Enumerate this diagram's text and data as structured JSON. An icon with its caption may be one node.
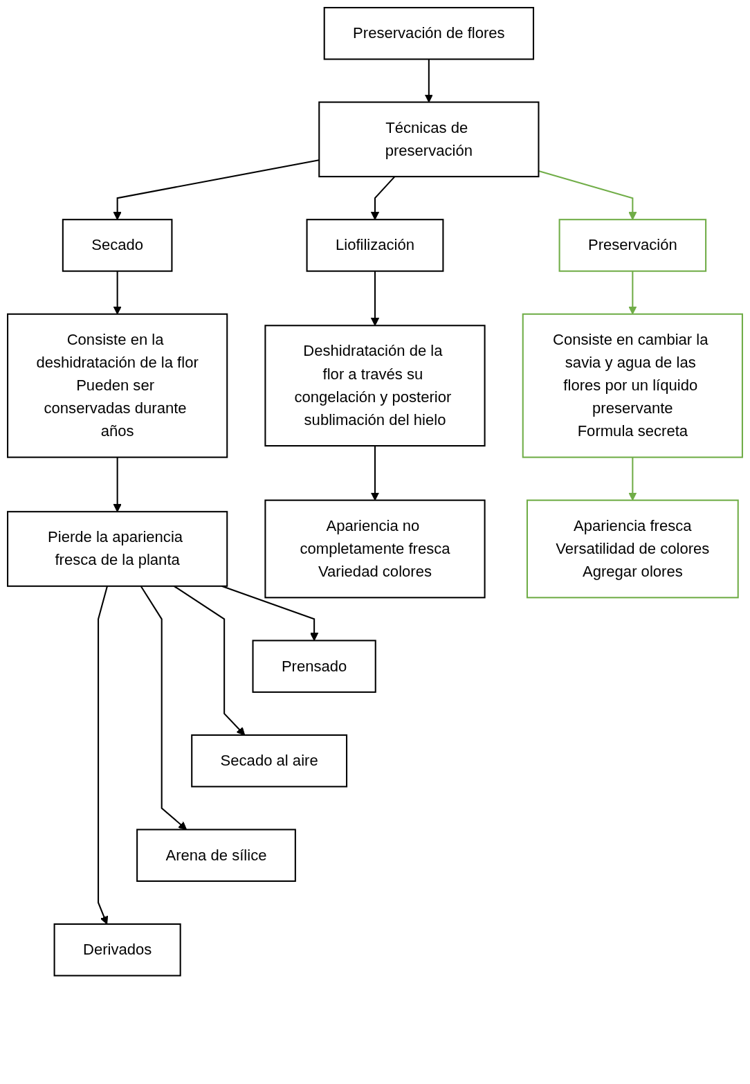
{
  "diagram": {
    "nodes": [
      {
        "text": [
          "Preservación de flores"
        ]
      },
      {
        "text": [
          "Técnicas de preservación"
        ]
      },
      {
        "text": [
          "Secado"
        ]
      },
      {
        "text": [
          "Liofilización"
        ]
      },
      {
        "text": [
          "Preservación"
        ]
      },
      {
        "text": [
          "Consiste en la deshidratación de la flor",
          "Pueden ser conservadas durante años"
        ]
      },
      {
        "text": [
          "Deshidratación de la flor a través su congelación y posterior sublimación del hielo"
        ]
      },
      {
        "text": [
          "Consiste en cambiar la savia y agua de las flores por un líquido preservante",
          "Formula secreta"
        ]
      },
      {
        "text": [
          "Pierde la apariencia fresca de la planta"
        ]
      },
      {
        "text": [
          "Apariencia no completamente fresca",
          "Variedad colores"
        ]
      },
      {
        "text": [
          "Apariencia fresca",
          "Versatilidad de colores",
          "Agregar olores"
        ]
      },
      {
        "text": [
          "Prensado"
        ]
      },
      {
        "text": [
          "Secado al aire"
        ]
      },
      {
        "text": [
          "Arena de sílice"
        ]
      },
      {
        "text": [
          "Derivados"
        ]
      }
    ],
    "edges": [
      {
        "from": 0,
        "to": 1,
        "arrow": "to"
      },
      {
        "from": 1,
        "to": 2,
        "arrow": "to"
      },
      {
        "from": 1,
        "to": 3,
        "arrow": "to"
      },
      {
        "from": 1,
        "to": 4,
        "arrow": "to",
        "color": "#70ad47"
      },
      {
        "from": 2,
        "to": 5,
        "arrow": "to"
      },
      {
        "from": 3,
        "to": 6,
        "arrow": "to"
      },
      {
        "from": 4,
        "to": 7,
        "arrow": "to",
        "color": "#70ad47"
      },
      {
        "from": 5,
        "to": 8,
        "arrow": "to"
      },
      {
        "from": 6,
        "to": 9,
        "arrow": "to"
      },
      {
        "from": 7,
        "to": 10,
        "arrow": "to",
        "color": "#70ad47"
      },
      {
        "from": 8,
        "to": 11,
        "arrow": "to"
      },
      {
        "from": 8,
        "to": 12,
        "arrow": "to"
      },
      {
        "from": 8,
        "to": 13,
        "arrow": "to"
      },
      {
        "from": 8,
        "to": 14,
        "arrow": "to"
      }
    ]
  }
}
